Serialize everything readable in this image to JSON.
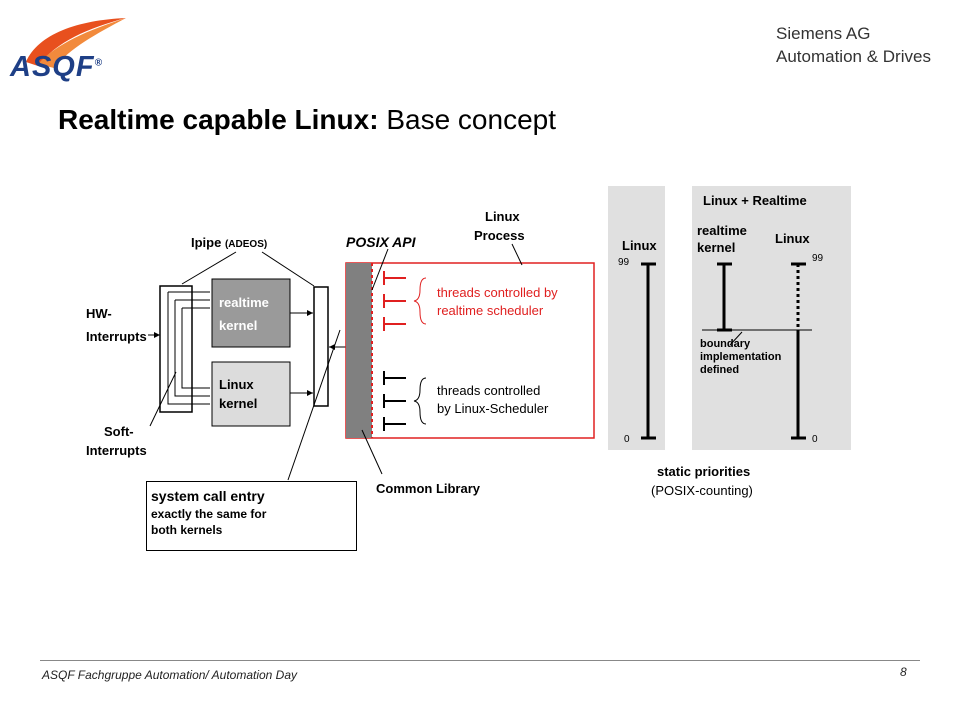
{
  "header": {
    "logo_text": "ASQF",
    "logo_mark": "®",
    "company_line1": "Siemens AG",
    "company_line2": "Automation & Drives"
  },
  "title": {
    "bold": "Realtime capable  Linux:",
    "normal": " Base concept"
  },
  "diagram": {
    "ipipe_label": "Ipipe",
    "ipipe_sub": "(ADEOS)",
    "posix_api": "POSIX API",
    "linux_process_1": "Linux",
    "linux_process_2": "Process",
    "hw_interrupts_1": "HW-",
    "hw_interrupts_2": "Interrupts",
    "soft_interrupts_1": "Soft-",
    "soft_interrupts_2": "Interrupts",
    "rt_kernel_1": "realtime",
    "rt_kernel_2": "kernel",
    "linux_kernel_1": "Linux",
    "linux_kernel_2": "kernel",
    "rt_threads_1": "threads controlled by",
    "rt_threads_2": "realtime scheduler",
    "linux_threads_1": "threads controlled",
    "linux_threads_2": "by Linux-Scheduler",
    "common_library": "Common Library",
    "syscall_title": "system call entry",
    "syscall_line1": "exactly the same for",
    "syscall_line2": "both kernels"
  },
  "priorities": {
    "linux_panel_title": "Linux",
    "linux_max": "99",
    "linux_min": "0",
    "rt_panel_title": "Linux + Realtime",
    "rt_kernel_1": "realtime",
    "rt_kernel_2": "kernel",
    "rt_linux": "Linux",
    "rt_max": "99",
    "rt_min": "0",
    "boundary_1": "boundary",
    "boundary_2": "implementation",
    "boundary_3": "defined",
    "caption_1": "static priorities",
    "caption_2": "(POSIX-counting)"
  },
  "colors": {
    "red": "#e02020",
    "panel_gray": "#e0e0e0",
    "kernel_dark": "#9a9a9a",
    "kernel_light": "#dcdcdc",
    "library": "#808080",
    "logo_blue": "#1e3f86",
    "logo_orange": "#e8501e"
  },
  "footer": {
    "text": "ASQF Fachgruppe Automation/ Automation Day",
    "page": "8"
  }
}
